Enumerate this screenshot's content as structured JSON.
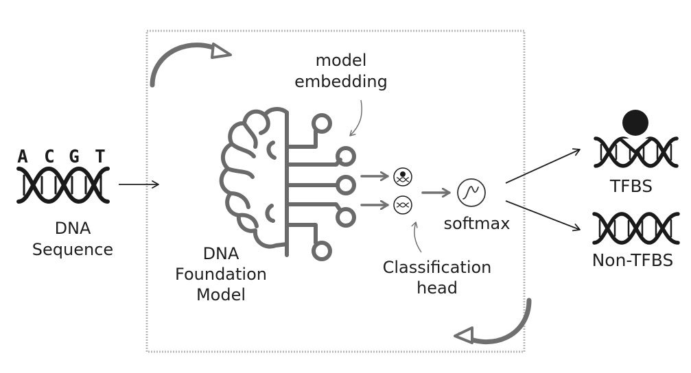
{
  "input": {
    "bases": [
      "A",
      "C",
      "G",
      "T"
    ],
    "label_line1": "DNA",
    "label_line2": "Sequence"
  },
  "model": {
    "label_line1": "DNA",
    "label_line2": "Foundation",
    "label_line3": "Model",
    "embedding_line1": "model",
    "embedding_line2": "embedding"
  },
  "head": {
    "label_line1": "Classification",
    "label_line2": "head",
    "activation": "softmax"
  },
  "outputs": {
    "positive": "TFBS",
    "negative": "Non-TFBS"
  },
  "colors": {
    "ink": "#1e1e1e",
    "gray": "#666666",
    "frame": "#b3b3b3"
  },
  "icons": [
    "dna-icon",
    "brain-circuit-icon",
    "dna-badge-icon",
    "sigmoid-icon",
    "person-icon",
    "refresh-arrow-icon"
  ]
}
